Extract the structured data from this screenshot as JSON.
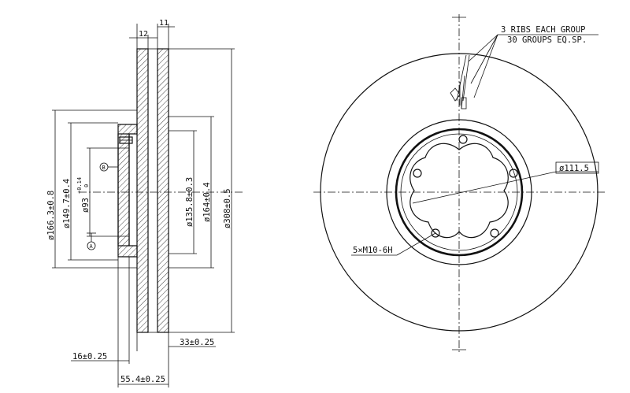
{
  "dimensions": {
    "friction_ring_a": "12",
    "friction_ring_b": "11",
    "d_166": "ø166.3±0.8",
    "d_149": "ø149.7±0.4",
    "d_93_base": "ø93",
    "d_93_tol_upper": "+0.14",
    "d_93_tol_lower": "0",
    "d_135": "ø135.8±0.3",
    "d_164": "ø164±0.4",
    "d_308": "ø308±0.5",
    "thick_33": "33±0.25",
    "thick_16": "16±0.25",
    "height_55": "55.4±0.25",
    "bolt_circle": "ø111.5",
    "thread": "5×M10-6H"
  },
  "notes": {
    "ribs_line1": "3 RIBS EACH GROUP",
    "ribs_line2": "30 GROUPS EQ.SP."
  },
  "datums": {
    "b": "B",
    "a": "A"
  }
}
